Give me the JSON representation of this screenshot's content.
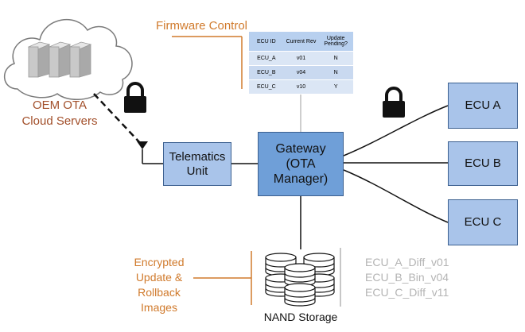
{
  "cloud": {
    "label_line1": "OEM OTA",
    "label_line2": "Cloud Servers"
  },
  "firmware_control": {
    "title": "Firmware Control",
    "columns": [
      "ECU ID",
      "Current Rev",
      "Update Pending?"
    ],
    "rows": [
      [
        "ECU_A",
        "v01",
        "N"
      ],
      [
        "ECU_B",
        "v04",
        "N"
      ],
      [
        "ECU_C",
        "v10",
        "Y"
      ]
    ]
  },
  "telematics": {
    "line1": "Telematics",
    "line2": "Unit"
  },
  "gateway": {
    "line1": "Gateway",
    "line2": "(OTA",
    "line3": "Manager)"
  },
  "ecus": [
    "ECU A",
    "ECU B",
    "ECU C"
  ],
  "images_label": [
    "Encrypted",
    "Update &",
    "Rollback",
    "Images"
  ],
  "storage_label": "NAND Storage",
  "files": [
    "ECU_A_Diff_v01",
    "ECU_B_Bin_v04",
    "ECU_C_Diff_v11"
  ],
  "colors": {
    "box_fill": "#a9c4ea",
    "gateway_fill": "#6f9fd8",
    "box_border": "#3b5f8f",
    "annotation_orange": "#d07a2c",
    "file_grey": "#b4b4b4"
  },
  "icons": [
    "cloud-icon",
    "server-icon",
    "lock-icon",
    "antenna-icon",
    "database-icon"
  ]
}
